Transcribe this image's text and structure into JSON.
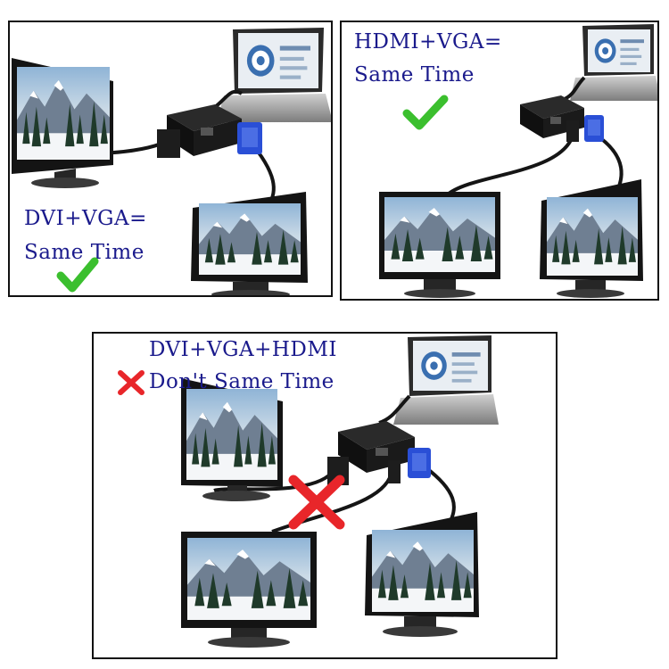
{
  "panels": [
    {
      "caption_line1": "DVI+VGA=",
      "caption_line2": "Same Time",
      "status": "supported",
      "status_icon": "check-mark-icon",
      "status_color": "#3bbf2e"
    },
    {
      "caption_line1": "HDMI+VGA=",
      "caption_line2": "Same Time",
      "status": "supported",
      "status_icon": "check-mark-icon",
      "status_color": "#3bbf2e"
    },
    {
      "caption_line1": "DVI+VGA+HDMI",
      "caption_line2": "Don't Same Time",
      "status": "not-supported",
      "status_icon": "cross-mark-icon",
      "status_color": "#e8262a"
    }
  ],
  "colors": {
    "caption": "#1a1a8c",
    "vga_plug": "#2a4fd6",
    "adapter": "#151515",
    "laptop": "#9a9a9a"
  }
}
